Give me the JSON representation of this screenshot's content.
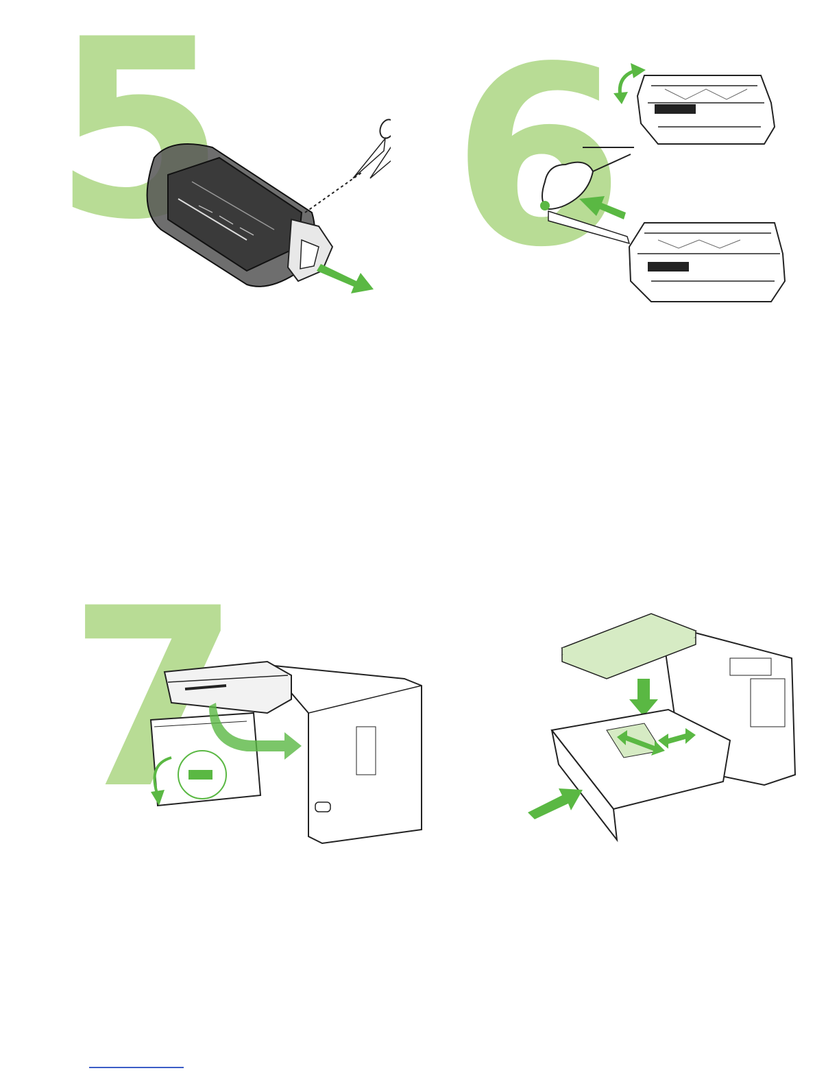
{
  "steps": [
    {
      "number": "5",
      "illustration": "remove-cartridge-from-bag"
    },
    {
      "number": "6",
      "illustration": "pull-sealing-tape"
    },
    {
      "number": "7",
      "illustration": "insert-cartridge-into-printer"
    }
  ],
  "extra_illustration": "load-paper-tray",
  "colors": {
    "step_number": "#b8dc95",
    "arrow_green": "#5ab843",
    "paper_green": "#d6ebc4",
    "outline": "#222222",
    "cartridge_dark": "#3a3a3a",
    "link_line": "#3a5cc6"
  },
  "icons": [
    "scissors-icon",
    "hand-icon",
    "arrow-icon",
    "rotate-arrow-icon"
  ]
}
